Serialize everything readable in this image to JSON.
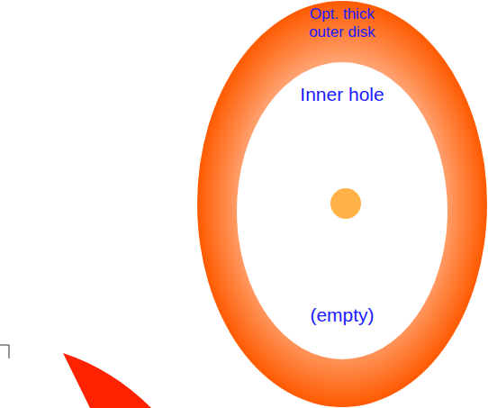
{
  "diagram": {
    "nodes": [
      {
        "text": [
          "Opt. thick outer disk"
        ]
      },
      {
        "text": [
          "Inner hole",
          "(empty)"
        ],
        "in": 0
      }
    ]
  }
}
